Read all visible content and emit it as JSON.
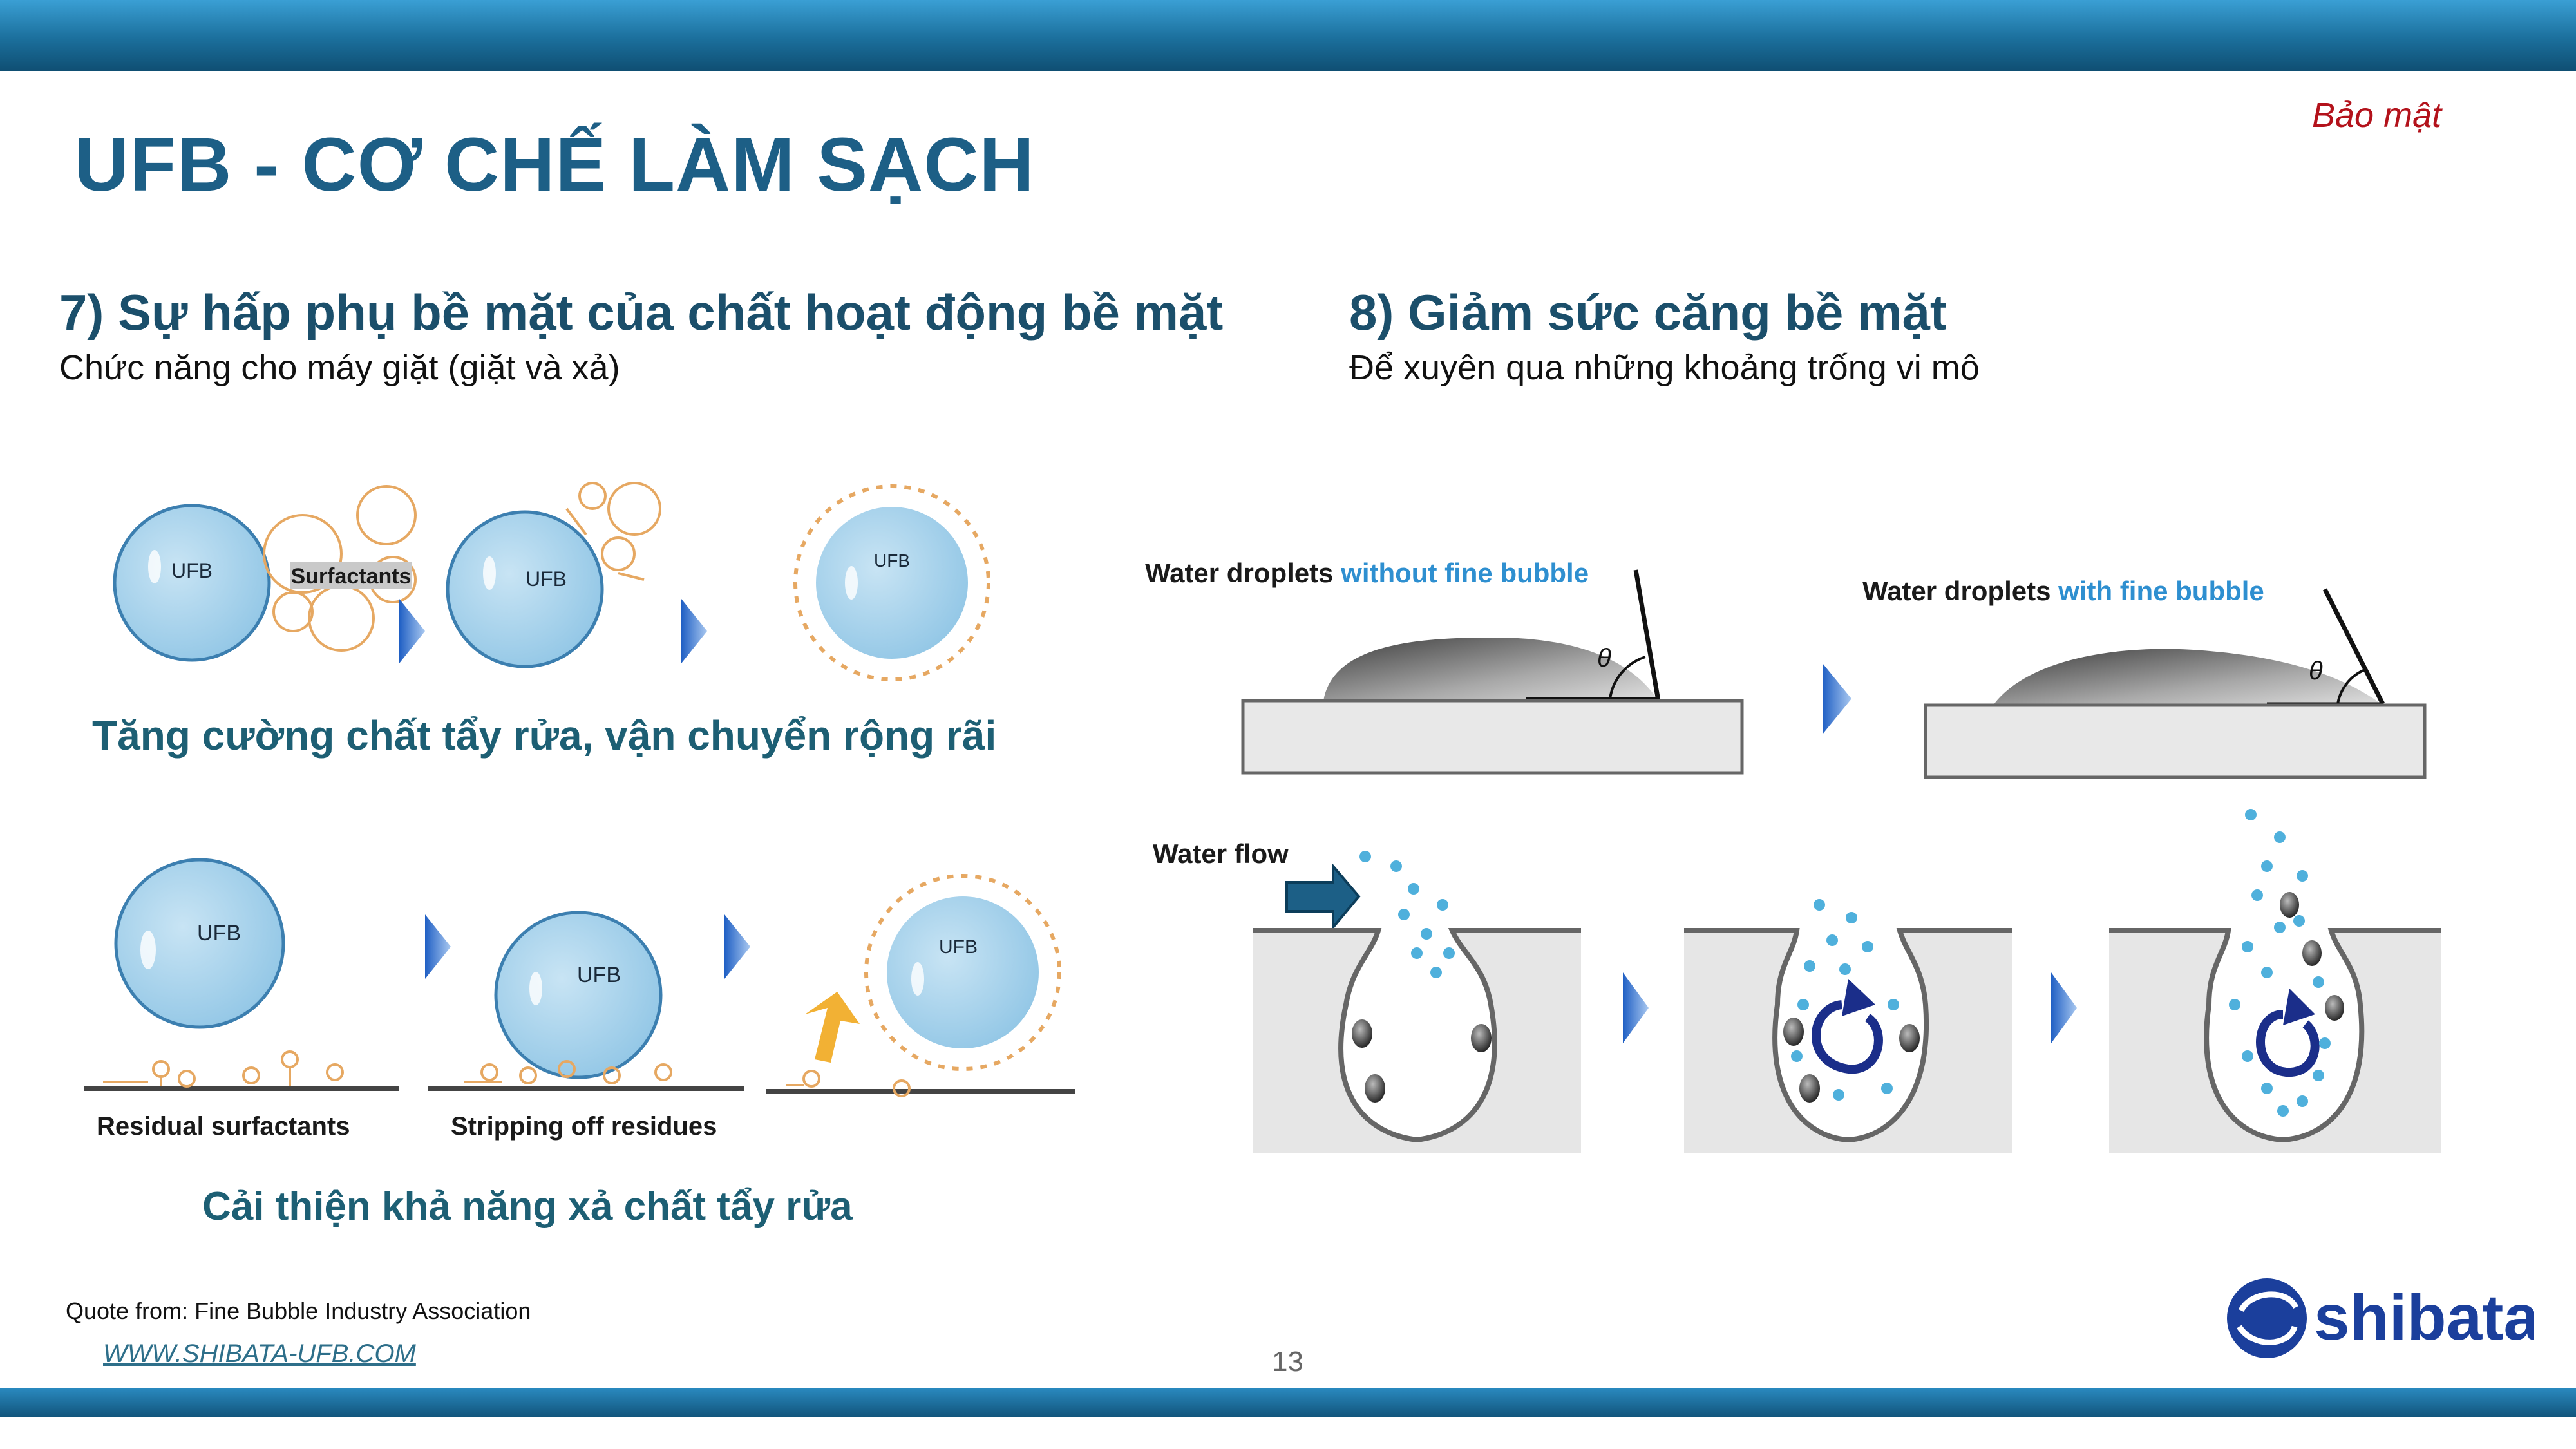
{
  "header": {
    "title": "UFB - CƠ CHẾ LÀM SẠCH",
    "confidential": "Bảo mật"
  },
  "left_section": {
    "heading": "7) Sự hấp phụ bề mặt của chất hoạt động bề mặt",
    "subheading": "Chức năng cho máy giặt (giặt và xả)",
    "caption_top": "Tăng cường chất tẩy rửa, vận chuyển rộng rãi",
    "caption_bottom": "Cải thiện khả năng xả chất tẩy rửa",
    "diagram_labels": {
      "ufb": "UFB",
      "surfactants": "Surfactants",
      "residual": "Residual surfactants",
      "stripping": "Stripping off residues"
    }
  },
  "right_section": {
    "heading": "8) Giảm sức căng bề mặt",
    "subheading": "Để xuyên qua những khoảng trống vi mô",
    "diagram_labels": {
      "droplet_prefix": "Water droplets ",
      "without": "without fine bubble",
      "with": "with fine bubble",
      "theta": "θ",
      "water_flow": "Water flow"
    }
  },
  "footer": {
    "quote": "Quote from: Fine Bubble Industry Association",
    "url": "WWW.SHIBATA-UFB.COM",
    "page_number": "13",
    "logo_text": "shibata"
  },
  "colors": {
    "title": "#1d5f86",
    "heading": "#1b4f6b",
    "caption": "#1d5f74",
    "confidential": "#b3121b",
    "bubble": "#a9d3ea",
    "highlight_blue": "#2e8fd0",
    "logo": "#1b3f9c"
  }
}
